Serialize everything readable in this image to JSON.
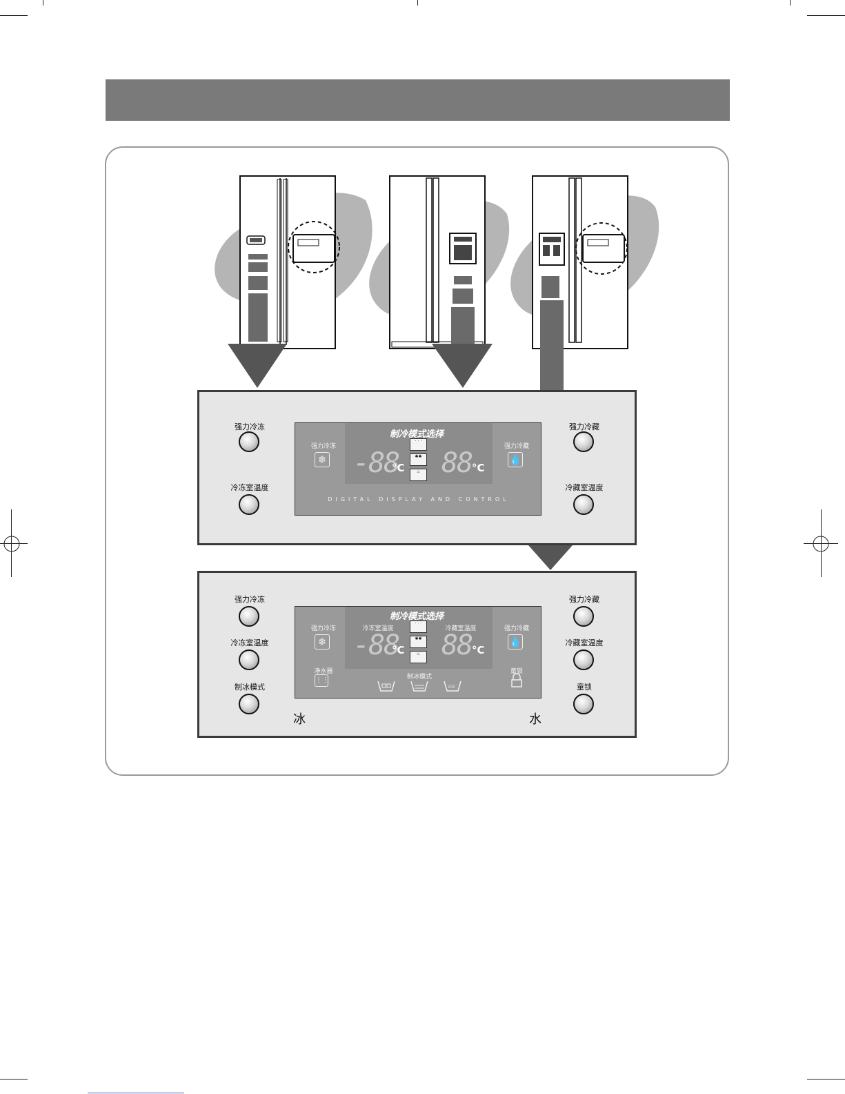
{
  "panel_a": {
    "left_buttons": [
      "强力冷冻",
      "冷冻室温度"
    ],
    "right_buttons": [
      "强力冷藏",
      "冷藏室温度"
    ],
    "display": {
      "title": "制冷模式选择",
      "left_icon_label": "强力冷冻",
      "right_icon_label": "强力冷藏",
      "left_temp": "-88",
      "right_temp": "88",
      "unit": "°C",
      "footer": "DIGITAL DISPLAY AND CONTROL"
    }
  },
  "panel_b": {
    "left_buttons": [
      "强力冷冻",
      "冷冻室温度",
      "制冰模式"
    ],
    "right_buttons": [
      "强力冷藏",
      "冷藏室温度",
      "童锁"
    ],
    "display": {
      "title": "制冷模式选择",
      "left_icon_label": "强力冷冻",
      "right_icon_label": "强力冷藏",
      "left_temp_label": "冷冻室温度",
      "right_temp_label": "冷藏室温度",
      "left_temp": "-88",
      "right_temp": "88",
      "unit": "°C",
      "ice_label": "净水器",
      "ice_mode_label": "制冰模式",
      "lock_label": "童锁"
    },
    "bottom_left": "冰",
    "bottom_right": "水"
  },
  "icons": [
    "snowflake-icon",
    "water-drop-icon",
    "lock-icon",
    "filter-icon",
    "arrow-down-icon",
    "refrigerator-illustration"
  ]
}
